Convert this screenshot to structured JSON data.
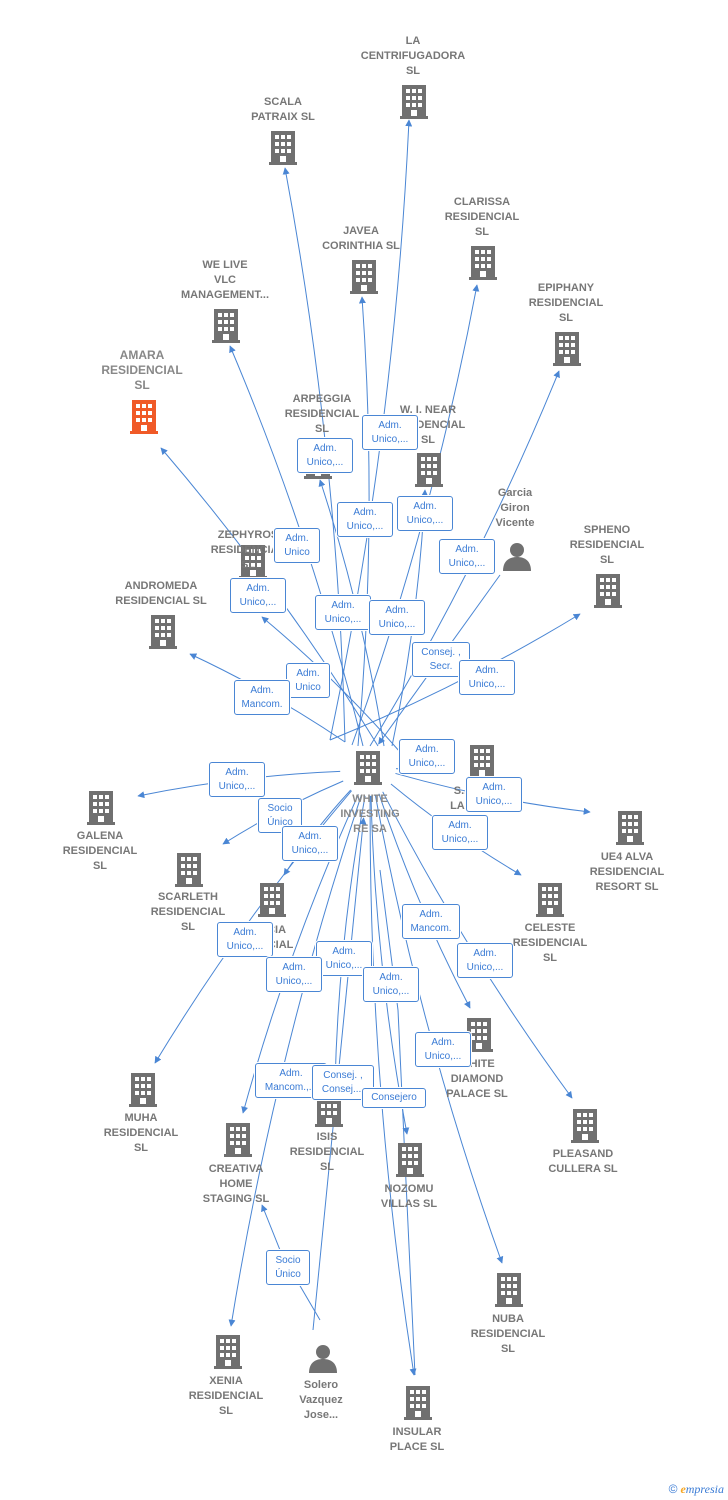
{
  "diagram": {
    "colors": {
      "edge": "#4a86d4",
      "building": "#707070",
      "highlight": "#f05a28",
      "person": "#707070"
    },
    "center": {
      "label": "WHITE\nINVESTING\nRE SA",
      "icon": "building-icon"
    },
    "companies": [
      {
        "id": "la-centrifugadora",
        "label": "LA\nCENTRIFUGADORA\nSL"
      },
      {
        "id": "scala-patraix",
        "label": "SCALA\nPATRAIX  SL"
      },
      {
        "id": "clarissa",
        "label": "CLARISSA\nRESIDENCIAL\nSL"
      },
      {
        "id": "javea-corinthia",
        "label": "JAVEA\nCORINTHIA  SL"
      },
      {
        "id": "we-live-vlc",
        "label": "WE LIVE\nVLC\nMANAGEMENT..."
      },
      {
        "id": "epiphany",
        "label": "EPIPHANY\nRESIDENCIAL\nSL"
      },
      {
        "id": "amara",
        "label": "AMARA\nRESIDENCIAL\nSL",
        "highlight": true
      },
      {
        "id": "arpeggia",
        "label": "ARPEGGIA\nRESIDENCIAL\nSL"
      },
      {
        "id": "w-i-near",
        "label": "W.  I. NEAR\nRESIDENCIAL\nSL"
      },
      {
        "id": "zephyros",
        "label": "ZEPHYROS\nRESIDENCIAL\nSL"
      },
      {
        "id": "spheno",
        "label": "SPHENO\nRESIDENCIAL\nSL"
      },
      {
        "id": "andromeda",
        "label": "ANDROMEDA\nRESIDENCIAL SL"
      },
      {
        "id": "sur-la",
        "label": "S...\nLA..."
      },
      {
        "id": "galena",
        "label": "GALENA\nRESIDENCIAL\nSL"
      },
      {
        "id": "ue4-alva",
        "label": "UE4 ALVA\nRESIDENCIAL\nRESORT  SL"
      },
      {
        "id": "scarleth",
        "label": "SCARLETH\nRESIDENCIAL\nSL"
      },
      {
        "id": "celeste",
        "label": "CELESTE\nRESIDENCIAL\nSL"
      },
      {
        "id": "acacia",
        "label": "...CIA\n...NCIAL"
      },
      {
        "id": "white-diamond",
        "label": "WHITE\nDIAMOND\nPALACE  SL"
      },
      {
        "id": "muha",
        "label": "MUHA\nRESIDENCIAL\nSL"
      },
      {
        "id": "isis",
        "label": "ISIS\nRESIDENCIAL\nSL"
      },
      {
        "id": "pleasand",
        "label": "PLEASAND\nCULLERA  SL"
      },
      {
        "id": "creativa",
        "label": "CREATIVA\nHOME\nSTAGING  SL"
      },
      {
        "id": "nozomu",
        "label": "NOZOMU\nVILLAS  SL"
      },
      {
        "id": "nuba",
        "label": "NUBA\nRESIDENCIAL\nSL"
      },
      {
        "id": "xenia",
        "label": "XENIA\nRESIDENCIAL\nSL"
      },
      {
        "id": "insular",
        "label": "INSULAR\nPLACE  SL"
      }
    ],
    "persons": [
      {
        "id": "garcia-giron",
        "label": "Garcia\nGiron\nVicente"
      },
      {
        "id": "solero-vazquez",
        "label": "Solero\nVazquez\nJose..."
      }
    ],
    "relations": [
      {
        "label": "Adm.\nUnico,..."
      },
      {
        "label": "Adm.\nUnico,..."
      },
      {
        "label": "Adm.\nUnico,..."
      },
      {
        "label": "Adm.\nUnico,..."
      },
      {
        "label": "Adm.\nUnico"
      },
      {
        "label": "Adm.\nUnico,..."
      },
      {
        "label": "Adm.\nUnico,..."
      },
      {
        "label": "Adm.\nUnico,..."
      },
      {
        "label": "Adm.\nUnico,..."
      },
      {
        "label": "Adm.\nUnico,..."
      },
      {
        "label": "Consej. ,\nSecr."
      },
      {
        "label": "Adm.\nUnico,..."
      },
      {
        "label": "Adm.\nUnico"
      },
      {
        "label": "Adm.\nMancom."
      },
      {
        "label": "Adm.\nUnico,..."
      },
      {
        "label": "Adm.\nUnico,..."
      },
      {
        "label": "Adm.\nUnico,..."
      },
      {
        "label": "Socio\nÚnico"
      },
      {
        "label": "Adm.\nUnico,..."
      },
      {
        "label": "Adm.\nUnico,..."
      },
      {
        "label": "Adm.\nMancom."
      },
      {
        "label": "Adm.\nUnico,..."
      },
      {
        "label": "Adm.\nUnico,..."
      },
      {
        "label": "Adm.\nUnico,..."
      },
      {
        "label": "Adm.\nUnico,..."
      },
      {
        "label": "Adm.\nUnico,..."
      },
      {
        "label": "Adm.\nMancom.,..."
      },
      {
        "label": "Consej. ,\nConsej...."
      },
      {
        "label": "Consejero"
      },
      {
        "label": "Socio\nÚnico"
      }
    ]
  },
  "watermark": {
    "copyright": "©",
    "brand_first": "e",
    "brand_rest": "mpresia"
  }
}
